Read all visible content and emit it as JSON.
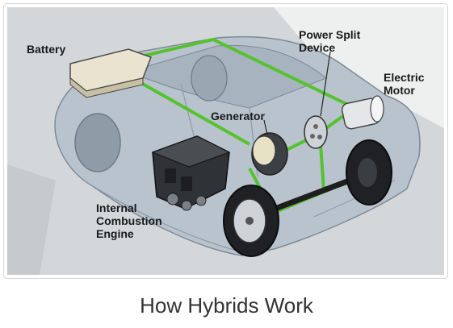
{
  "labels": {
    "battery": "Battery",
    "power_split": "Power Split\nDevice",
    "electric_motor": "Electric\nMotor",
    "generator": "Generator",
    "engine": "Internal\nCombustion\nEngine"
  },
  "caption": "How Hybrids Work",
  "colors": {
    "background_gray": "#d3d7da",
    "car_body": "#b9c3cd",
    "power_line": "#55c22f",
    "road_stripe": "#eef0f0"
  }
}
